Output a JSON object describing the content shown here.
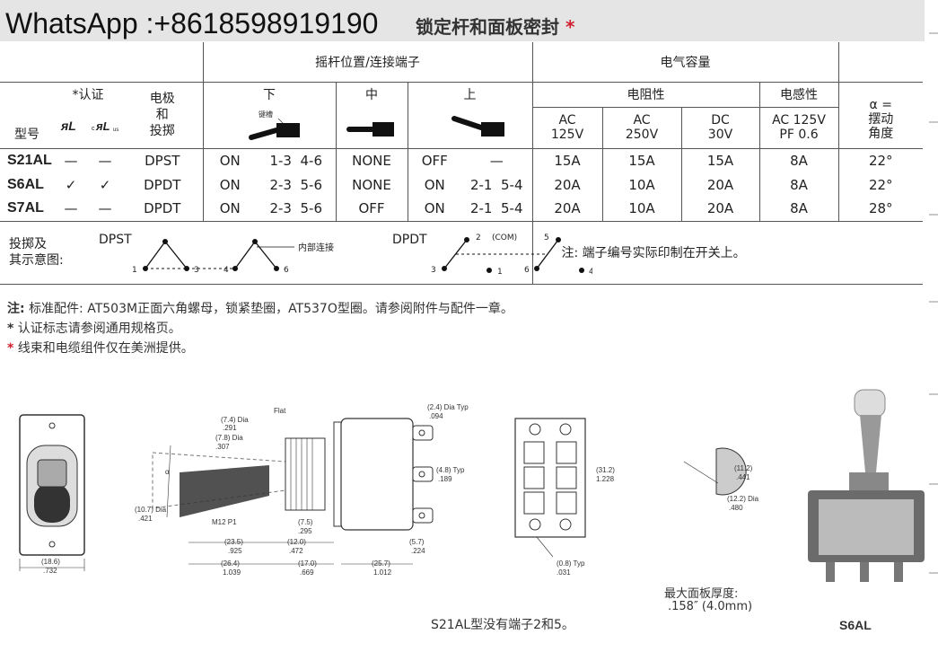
{
  "header": {
    "watermark": "WhatsApp :+8618598919190",
    "title": "锁定杆和面板密封",
    "title_star": "*"
  },
  "table": {
    "group_lever": "摇杆位置/连接端子",
    "group_electric": "电气容量",
    "col_model": "型号",
    "col_cert": "*认证",
    "col_pole": "电极\n和\n投掷",
    "pos_down": "下",
    "pos_mid": "中",
    "pos_up": "上",
    "keyway": "键槽",
    "resistive": "电阻性",
    "inductive": "电感性",
    "ac125": "AC\n125V",
    "ac250": "AC\n250V",
    "dc30": "DC\n30V",
    "ind_ac": "AC 125V\nPF 0.6",
    "alpha": "α =\n摆动\n角度",
    "rows": [
      {
        "model": "S21AL",
        "ul": "—",
        "cul": "—",
        "pole": "DPST",
        "down_state": "ON",
        "down_term": "1-3  4-6",
        "mid": "NONE",
        "up_state": "OFF",
        "up_term": "—",
        "ac125": "15A",
        "ac250": "15A",
        "dc30": "15A",
        "ind": "8A",
        "alpha": "22°"
      },
      {
        "model": "S6AL",
        "ul": "✓",
        "cul": "✓",
        "pole": "DPDT",
        "down_state": "ON",
        "down_term": "2-3  5-6",
        "mid": "NONE",
        "up_state": "ON",
        "up_term": "2-1  5-4",
        "ac125": "20A",
        "ac250": "10A",
        "dc30": "20A",
        "ind": "8A",
        "alpha": "22°"
      },
      {
        "model": "S7AL",
        "ul": "—",
        "cul": "—",
        "pole": "DPDT",
        "down_state": "ON",
        "down_term": "2-3  5-6",
        "mid": "OFF",
        "up_state": "ON",
        "up_term": "2-1  5-4",
        "ac125": "20A",
        "ac250": "10A",
        "dc30": "20A",
        "ind": "8A",
        "alpha": "28°"
      }
    ],
    "schematic_label": "投掷及\n其示意图:",
    "dpst": "DPST",
    "dpdt": "DPDT",
    "internal": "内部连接",
    "com": "(COM)",
    "terminal_note": "注: 端子编号实际印制在开关上。"
  },
  "notes": {
    "n1_bold": "注:",
    "n1": "标准配件: AT503M正面六角螺母，锁紧垫圈，AT537O型圈。请参阅附件与配件一章。",
    "n2_mark": "*",
    "n2": "认证标志请参阅通用规格页。",
    "n3_mark": "*",
    "n3": "线束和电缆组件仅在美洲提供。"
  },
  "drawing": {
    "max_panel": "最大面板厚度:",
    "max_panel_val": ".158″ (4.0mm)",
    "s21_note": "S21AL型没有端子2和5。",
    "photo_label": "S6AL",
    "dim_width_mm": "(18.6)",
    "dim_width_in": ".732",
    "flat": "Flat",
    "m12": "M12 P1",
    "dims": [
      "(7.4) Dia",
      ".291",
      "(7.8) Dia",
      ".307",
      "(10.7) Dia",
      ".421",
      "(2.4) Dia Typ",
      ".094",
      "(4.8) Typ",
      ".189",
      "(7.5)",
      ".295",
      "(23.5)",
      ".925",
      "(12.0)",
      ".472",
      "(26.4)",
      "1.039",
      "(17.0)",
      ".669",
      "(25.7)",
      "1.012",
      "(5.7)",
      ".224",
      "(31.2)",
      "1.228",
      "(0.8) Typ",
      ".031",
      "(11.2)",
      ".441",
      "(12.2) Dia",
      ".480"
    ]
  },
  "colors": {
    "accent_red": "#d02030",
    "rule": "#555555"
  }
}
